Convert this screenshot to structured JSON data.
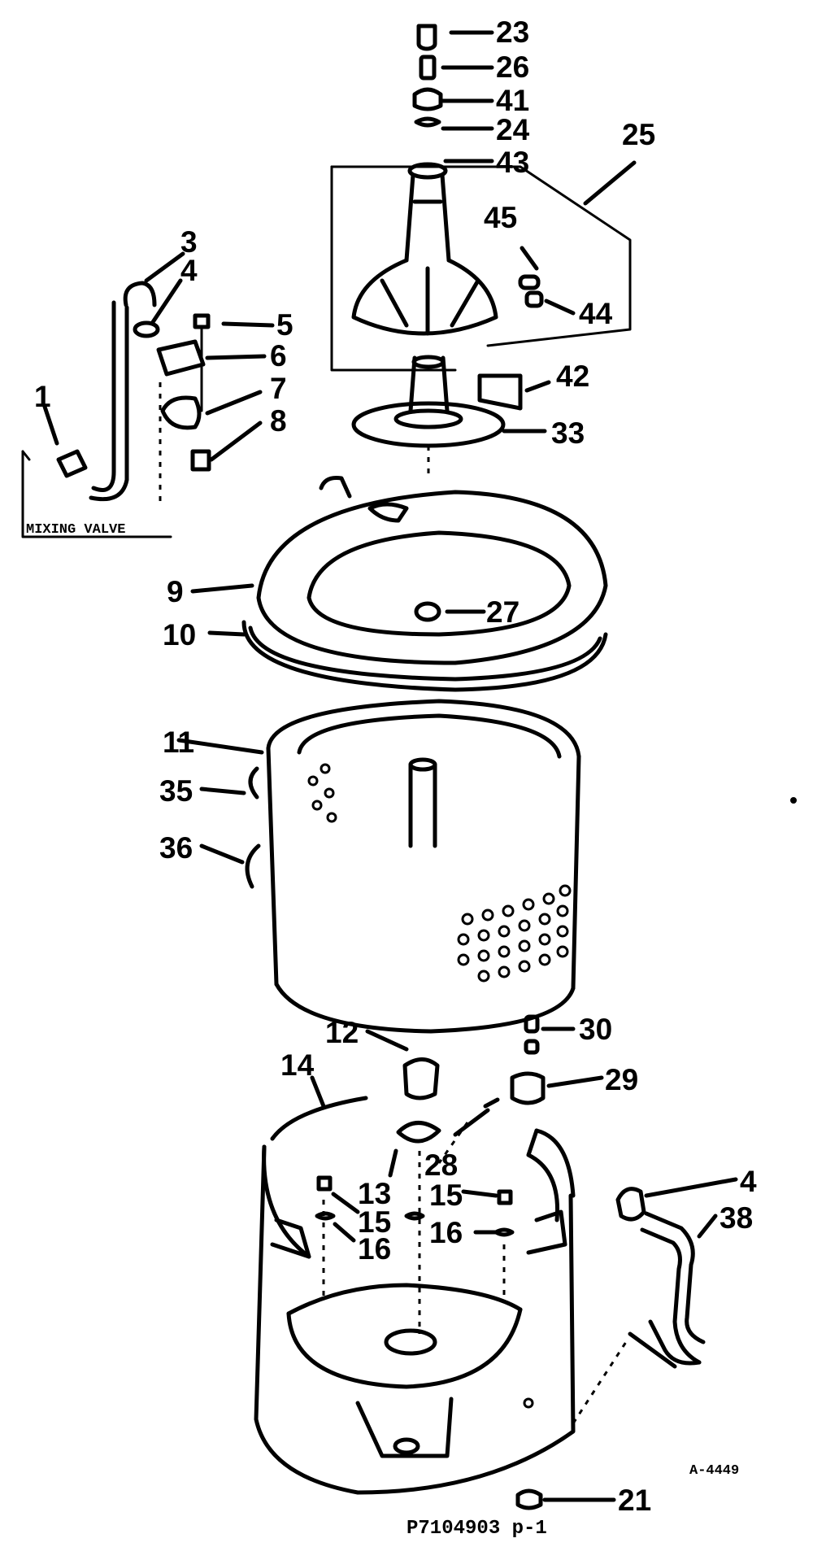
{
  "diagram": {
    "mixing_valve_label": "MIXING VALVE",
    "drawing_code": "A-4449",
    "part_number_label": "P7104903 p-1",
    "callouts": {
      "c23": "23",
      "c26": "26",
      "c41": "41",
      "c24": "24",
      "c43": "43",
      "c25": "25",
      "c45": "45",
      "c44": "44",
      "c42": "42",
      "c33": "33",
      "c3": "3",
      "c4a": "4",
      "c5": "5",
      "c6": "6",
      "c7": "7",
      "c8": "8",
      "c1": "1",
      "c9": "9",
      "c27": "27",
      "c10": "10",
      "c11": "11",
      "c35": "35",
      "c36": "36",
      "c12": "12",
      "c14": "14",
      "c30": "30",
      "c29": "29",
      "c28": "28",
      "c13": "13",
      "c15a": "15",
      "c15b": "15",
      "c16a": "16",
      "c16b": "16",
      "c4b": "4",
      "c38": "38",
      "c21": "21"
    }
  }
}
